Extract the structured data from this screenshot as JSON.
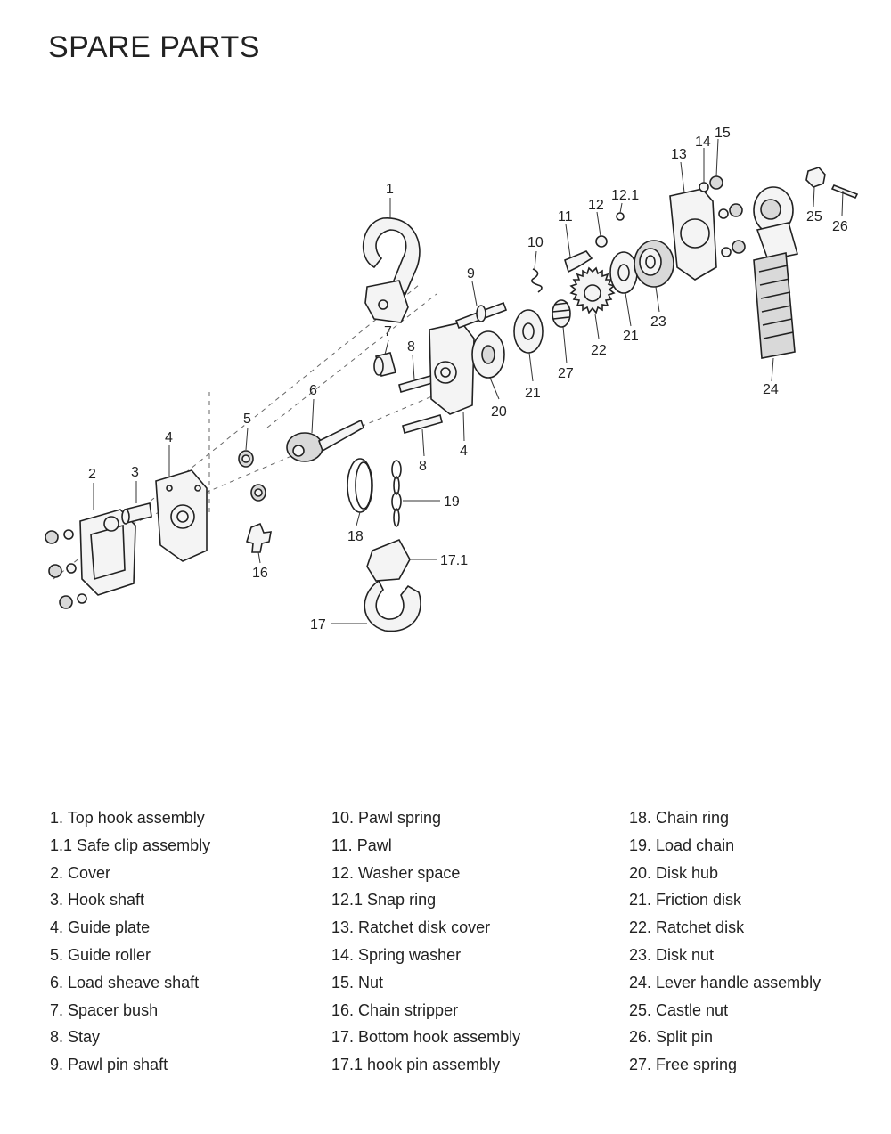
{
  "title": "SPARE PARTS",
  "callouts": {
    "c1": "1",
    "c2": "2",
    "c3": "3",
    "c4a": "4",
    "c4b": "4",
    "c5": "5",
    "c6": "6",
    "c7": "7",
    "c8a": "8",
    "c8b": "8",
    "c9": "9",
    "c10": "10",
    "c11": "11",
    "c12": "12",
    "c12_1": "12.1",
    "c13": "13",
    "c14": "14",
    "c15": "15",
    "c16": "16",
    "c17": "17",
    "c17_1": "17.1",
    "c18": "18",
    "c19": "19",
    "c20": "20",
    "c21a": "21",
    "c21b": "21",
    "c22": "22",
    "c23": "23",
    "c24": "24",
    "c25": "25",
    "c26": "26",
    "c27": "27"
  },
  "parts_list": {
    "col1": [
      "1. Top hook assembly",
      "1.1 Safe clip assembly",
      "2. Cover",
      "3. Hook shaft",
      "4. Guide plate",
      "5. Guide roller",
      "6. Load sheave shaft",
      "7. Spacer bush",
      "8. Stay",
      "9. Pawl pin shaft"
    ],
    "col2": [
      "10. Pawl spring",
      "11. Pawl",
      "12. Washer space",
      "12.1 Snap ring",
      "13. Ratchet disk cover",
      "14. Spring washer",
      "15. Nut",
      "16. Chain stripper",
      "17. Bottom hook assembly",
      "17.1 hook pin assembly"
    ],
    "col3": [
      "18. Chain ring",
      "19. Load chain",
      "20. Disk hub",
      "21. Friction disk",
      "22. Ratchet disk",
      "23. Disk nut",
      "24. Lever handle assembly",
      "25. Castle nut",
      "26. Split pin",
      "27. Free spring"
    ]
  }
}
